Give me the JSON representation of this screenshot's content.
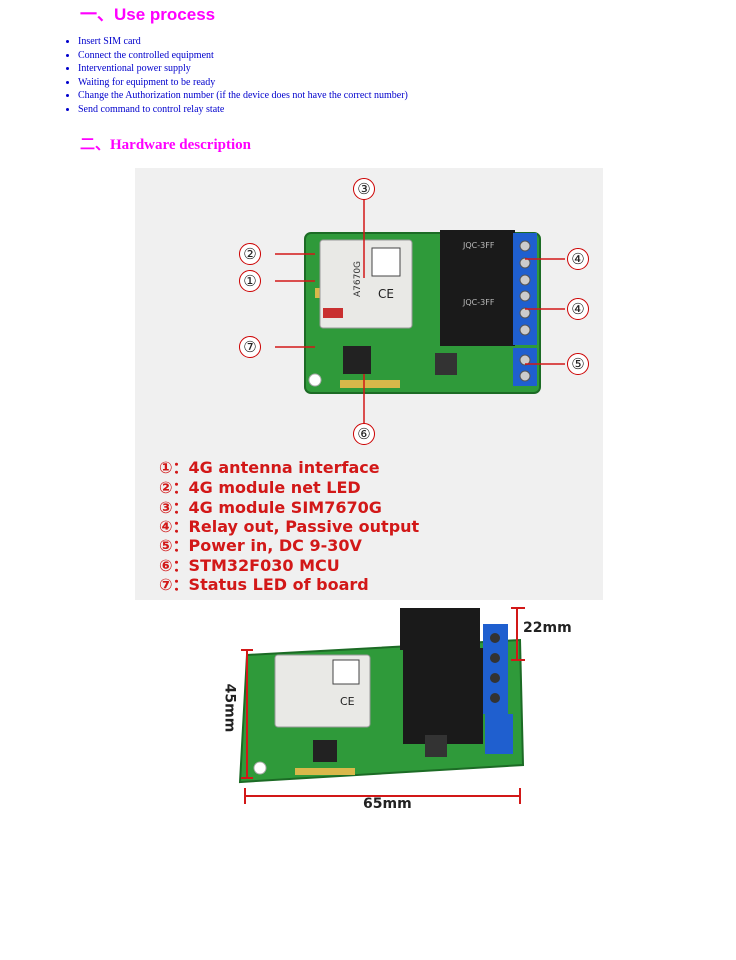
{
  "sections": {
    "use_process_title": "一、Use process",
    "hardware_title": "二、Hardware description"
  },
  "steps": [
    "Insert SIM card",
    "Connect the controlled equipment",
    "Interventional power supply",
    "Waiting for equipment to be ready",
    "Change the Authorization number (if the device does not have the correct number)",
    "Send command to control relay state"
  ],
  "board_labels": {
    "module_chip": "A7670G",
    "relay_brand": "JQC-3FF"
  },
  "callouts": [
    "①",
    "②",
    "③",
    "④",
    "④",
    "⑤",
    "⑥",
    "⑦"
  ],
  "legend": [
    "①：4G antenna interface",
    "②：4G module net LED",
    "③：4G module SIM7670G",
    "④：Relay out, Passive output",
    "⑤：Power in, DC 9-30V",
    "⑥：STM32F030 MCU",
    "⑦：Status LED of board"
  ],
  "dimensions": {
    "height": "22mm",
    "width_side": "45mm",
    "length": "65mm"
  },
  "colors": {
    "title": "#ff00ff",
    "list_text": "#0000cc",
    "legend_text": "#d21818",
    "pcb_green": "#2f9a3a",
    "terminal_blue": "#1f5fcf",
    "relay_black": "#1a1a1a"
  }
}
